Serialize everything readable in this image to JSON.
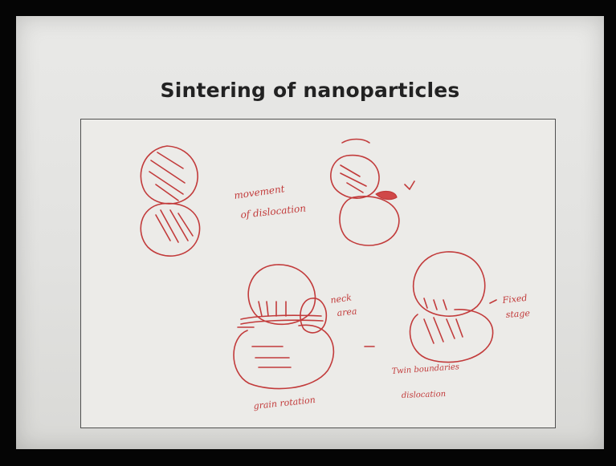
{
  "slide": {
    "title": "Sintering of nanoparticles"
  },
  "annotations": {
    "movement": "movement",
    "of_dislocation": "of dislocation",
    "neck_line1": "neck",
    "neck_line2": "area",
    "fixed_line1": "Fixed",
    "fixed_line2": "stage",
    "grain_rotation": "grain rotation",
    "twin_line1": "Twin boundaries",
    "twin_line2": "dislocation"
  },
  "colors": {
    "ink": "#c23b3b",
    "slide_background": "#e6e6e4",
    "frame": "#505050"
  }
}
